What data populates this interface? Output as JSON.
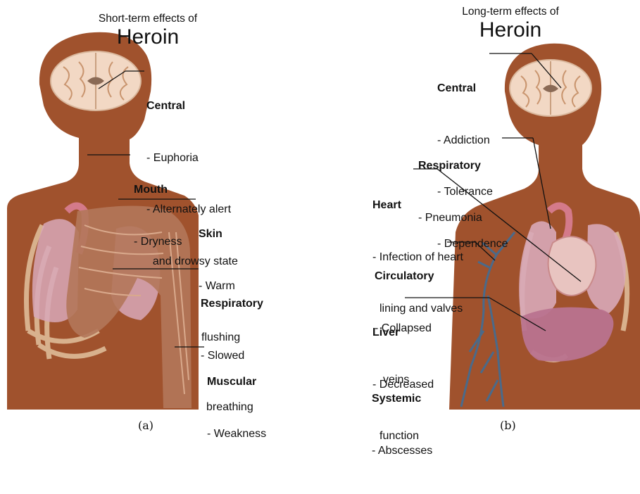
{
  "panels": [
    {
      "caption": "(a)",
      "subtitle": "Short-term effects of",
      "title": "Heroin",
      "callouts": [
        {
          "heading": "Central",
          "items": [
            "- Euphoria",
            "- Alternately alert",
            "  and drowsy state"
          ]
        },
        {
          "heading": "Mouth",
          "items": [
            "- Dryness"
          ]
        },
        {
          "heading": "Skin",
          "items": [
            "- Warm",
            "flushing"
          ]
        },
        {
          "heading": "Respiratory",
          "items": [
            "- Slowed",
            "breathing"
          ]
        },
        {
          "heading": "Muscular",
          "items": [
            "- Weakness"
          ]
        }
      ]
    },
    {
      "caption": "(b)",
      "subtitle": "Long-term effects of",
      "title": "Heroin",
      "callouts": [
        {
          "heading": "Central",
          "items": [
            "- Addiction",
            "- Tolerance",
            "- Dependence"
          ]
        },
        {
          "heading": "Respiratory",
          "items": [
            "- Pneumonia"
          ]
        },
        {
          "heading": "Heart",
          "items": [
            "- Infection of heart",
            "lining and valves"
          ]
        },
        {
          "heading": "Circulatory",
          "items": [
            "- Collapsed",
            "veins"
          ]
        },
        {
          "heading": "Liver",
          "items": [
            "- Decreased",
            "function"
          ]
        },
        {
          "heading": "Systemic",
          "items": [
            "- Abscesses"
          ]
        }
      ]
    }
  ],
  "colors": {
    "skin": "#a0522d",
    "brain": "#f2d8c4",
    "lungs": "#d8a8b8",
    "muscle": "#b2775a",
    "liver": "#b9738f",
    "vein": "#4a6a8a"
  }
}
